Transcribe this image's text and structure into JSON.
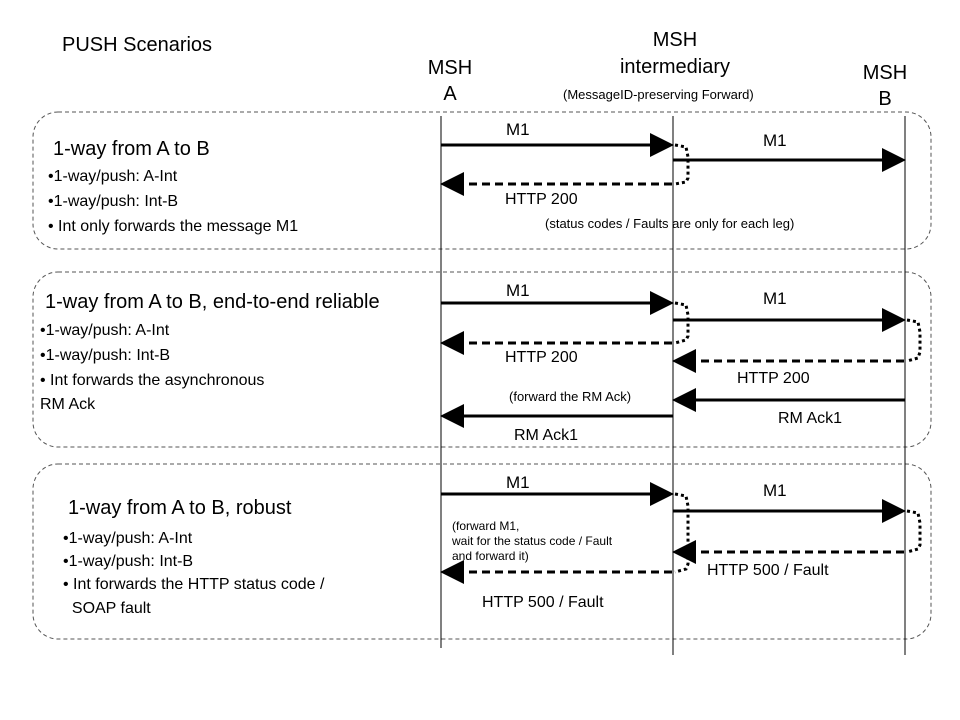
{
  "title": "PUSH Scenarios",
  "actors": {
    "a": "MSH\nA",
    "intermediary": "MSH\nintermediary",
    "intermediary_note": "(MessageID-preserving Forward)",
    "b": "MSH\nB"
  },
  "scenarios": [
    {
      "heading": "1-way from A to B",
      "bullets": "•1-way/push: A-Int\n•1-way/push: Int-B\n• Int only forwards the message M1",
      "m1_left": "M1",
      "m1_right": "M1",
      "http_left": "HTTP 200",
      "note": "(status codes / Faults are only for each leg)"
    },
    {
      "heading": "1-way from A to B, end-to-end reliable",
      "bullets": "•1-way/push: A-Int\n•1-way/push: Int-B\n• Int forwards the asynchronous\nRM Ack",
      "m1_left": "M1",
      "m1_right": "M1",
      "http_left": "HTTP 200",
      "http_right": "HTTP 200",
      "note": "(forward the RM Ack)",
      "rmack_right": "RM Ack1",
      "rmack_left": "RM Ack1"
    },
    {
      "heading": "1-way from A to B, robust",
      "bullets": "•1-way/push: A-Int\n•1-way/push: Int-B\n• Int forwards the HTTP status code /\n  SOAP fault",
      "m1_left": "M1",
      "m1_right": "M1",
      "note": "(forward M1,\nwait for the status code / Fault\nand forward it)",
      "fault_right": "HTTP 500 / Fault",
      "fault_left": "HTTP 500 / Fault"
    }
  ],
  "colors": {
    "line": "#000000",
    "box_border": "#555555",
    "background": "#ffffff"
  }
}
